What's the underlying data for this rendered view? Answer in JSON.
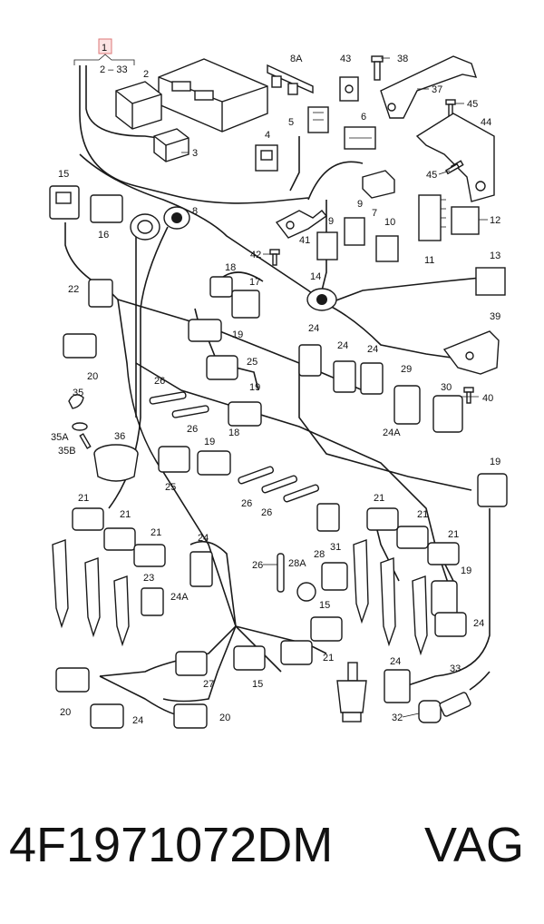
{
  "header": {
    "index_badge": "1",
    "range_label": "2 – 33"
  },
  "callouts": {
    "c2": "2",
    "c3": "3",
    "c4": "4",
    "c5": "5",
    "c6": "6",
    "c7": "7",
    "c8": "8",
    "c8a": "8A",
    "c9a": "9",
    "c9b": "9",
    "c10": "10",
    "c11": "11",
    "c12": "12",
    "c13": "13",
    "c14": "14",
    "c15a": "15",
    "c15b": "15",
    "c15c": "15",
    "c16": "16",
    "c17": "17",
    "c18a": "18",
    "c18b": "18",
    "c19a": "19",
    "c19b": "19",
    "c19c": "19",
    "c19d": "19",
    "c19e": "19",
    "c20a": "20",
    "c20b": "20",
    "c20c": "20",
    "c21a": "21",
    "c21b": "21",
    "c21c": "21",
    "c21d": "21",
    "c21e": "21",
    "c21f": "21",
    "c21g": "21",
    "c22": "22",
    "c23": "23",
    "c24a": "24",
    "c24b": "24",
    "c24c": "24",
    "c24d": "24",
    "c24e": "24",
    "c24f": "24",
    "c24g": "24",
    "c24A1": "24A",
    "c24A2": "24A",
    "c25a": "25",
    "c25b": "25",
    "c26a": "26",
    "c26b": "26",
    "c26c": "26",
    "c26d": "26",
    "c26e": "26",
    "c27": "27",
    "c28": "28",
    "c28a": "28A",
    "c29": "29",
    "c30": "30",
    "c31": "31",
    "c32": "32",
    "c33": "33",
    "c35": "35",
    "c35a": "35A",
    "c35b": "35B",
    "c36": "36",
    "c37": "37",
    "c38": "38",
    "c39": "39",
    "c40": "40",
    "c41": "41",
    "c42": "42",
    "c43": "43",
    "c44": "44",
    "c45a": "45",
    "c45b": "45"
  },
  "footer": {
    "part_number": "4F1971072DM",
    "brand": "VAG"
  }
}
